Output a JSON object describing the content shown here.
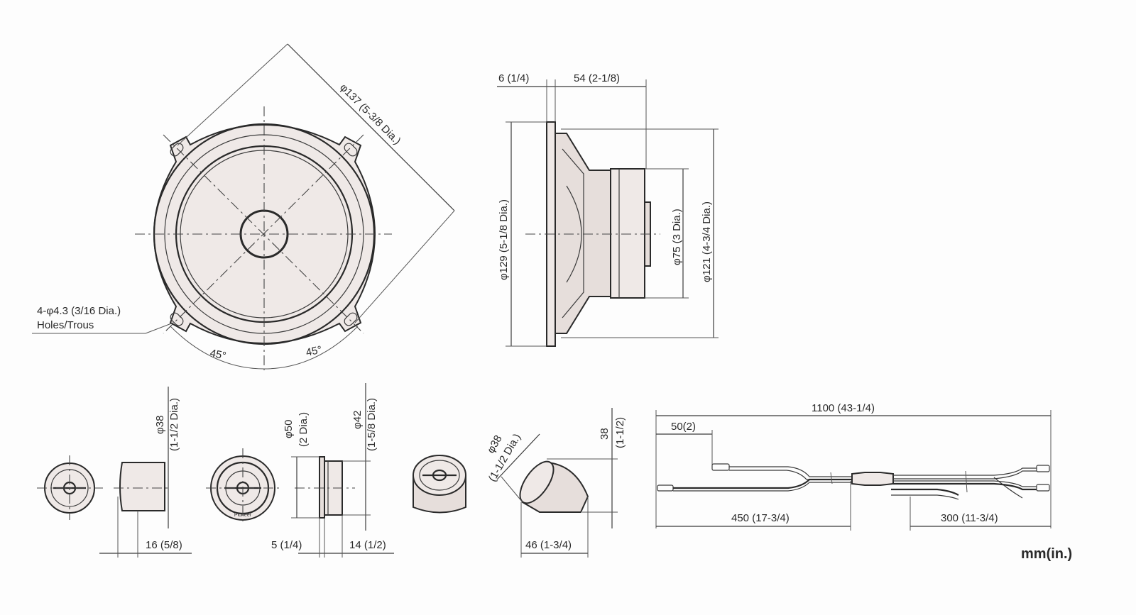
{
  "labels": {
    "outer_dia": "φ137 (5-3/8 Dia.)",
    "holes_line1": "4-φ4.3 (3/16 Dia.)",
    "holes_line2": "Holes/Trous",
    "angle_left": "45°",
    "angle_right": "45°",
    "side_flange": "6 (1/4)",
    "side_depth": "54 (2-1/8)",
    "side_dia129": "φ129 (5-1/8 Dia.)",
    "side_dia75": "φ75 (3 Dia.)",
    "side_dia121": "φ121 (4-3/4 Dia.)",
    "tw1_dia": "φ38",
    "tw1_dia_in": "(1-1/2 Dia.)",
    "tw1_depth": "16 (5/8)",
    "tw2_dia50": "φ50",
    "tw2_dia50_in": "(2 Dia.)",
    "tw2_dia42": "φ42",
    "tw2_dia42_in": "(1-5/8 Dia.)",
    "tw2_flange": "5 (1/4)",
    "tw2_depth": "14 (1/2)",
    "tw4_dia": "φ38",
    "tw4_dia_in": "(1-1/2 Dia.)",
    "tw4_height": "38",
    "tw4_height_in": "(1-1/2)",
    "tw4_width": "46 (1-3/4)",
    "cable_total": "1100 (43-1/4)",
    "cable_plug": "50(2)",
    "cable_left": "450 (17-3/4)",
    "cable_right": "300 (11-3/4)",
    "units": "mm(in.)",
    "brand_mark": "Pioneer"
  }
}
